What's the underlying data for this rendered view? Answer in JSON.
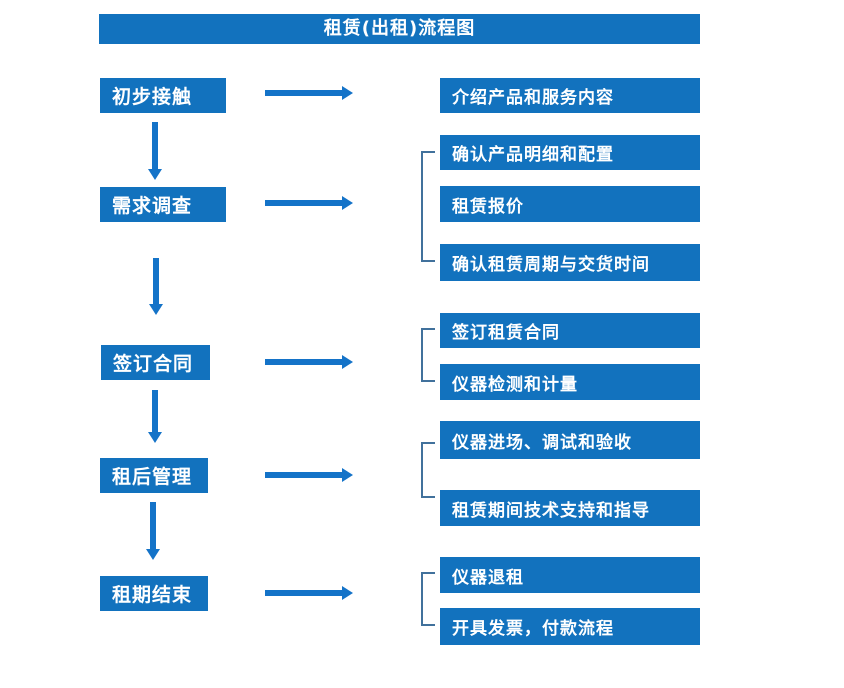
{
  "title": "租赁(出租)流程图",
  "steps": [
    {
      "label": "初步接触",
      "details": [
        "介绍产品和服务内容"
      ]
    },
    {
      "label": "需求调查",
      "details": [
        "确认产品明细和配置",
        "租赁报价",
        "确认租赁周期与交货时间"
      ]
    },
    {
      "label": "签订合同",
      "details": [
        "签订租赁合同",
        "仪器检测和计量"
      ]
    },
    {
      "label": "租后管理",
      "details": [
        "仪器进场、调试和验收",
        "租赁期间技术支持和指导"
      ]
    },
    {
      "label": "租期结束",
      "details": [
        "仪器退租",
        "开具发票，付款流程"
      ]
    }
  ],
  "colors": {
    "box_fill": "#1272BE",
    "arrow": "#1473C8",
    "bracket": "#41719C",
    "text": "#FFFFFF",
    "background": "#FFFFFF"
  }
}
